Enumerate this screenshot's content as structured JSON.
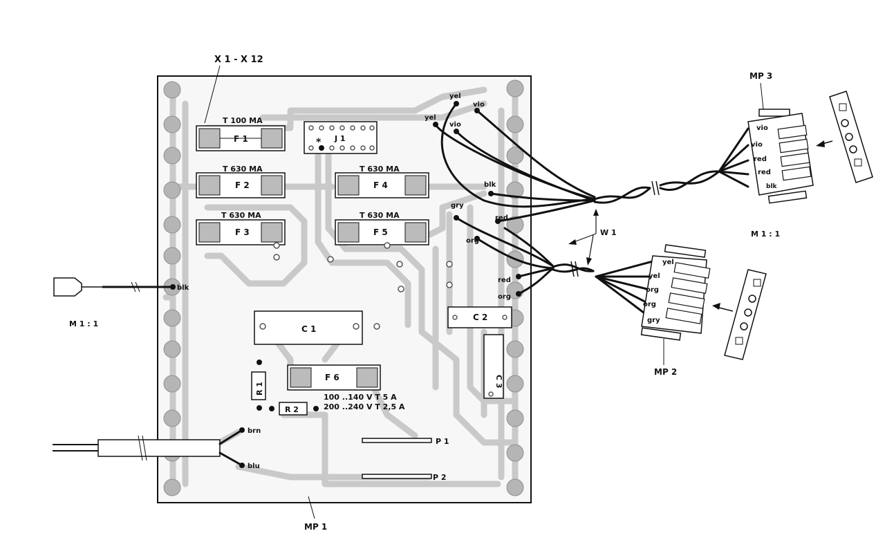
{
  "diagram": {
    "labels": {
      "x_range": "X 1 - X 12",
      "f1_rating": "T 100 MA",
      "f1": "F 1",
      "j1": "J 1",
      "f2_rating": "T 630 MA",
      "f2": "F 2",
      "f3_rating": "T 630 MA",
      "f3": "F 3",
      "f4_rating": "T 630 MA",
      "f4": "F 4",
      "f5_rating": "T 630 MA",
      "f5": "F 5",
      "c1": "C 1",
      "c2": "C 2",
      "c3": "C 3",
      "f6": "F 6",
      "r1": "R 1",
      "r2": "R 2",
      "f6_range1": "100 ..140 V T 5 A",
      "f6_range2": "200 ..240 V T 2,5 A",
      "p1": "P 1",
      "p2": "P 2",
      "mp1": "MP 1",
      "mp2": "MP 2",
      "mp3": "MP 3",
      "w1": "W 1",
      "scale_left": "M 1 : 1",
      "scale_right": "M 1 : 1",
      "brn": "brn",
      "blu": "blu",
      "blk_left": "blk",
      "yel_a": "yel",
      "vio_a": "vio",
      "yel_b": "yel",
      "vio_b": "vio",
      "blk_b": "blk",
      "gry_b": "gry",
      "red_b": "red",
      "org_b": "org",
      "red_c": "red",
      "org_c": "org",
      "mp3_vio1": "vio",
      "mp3_vio2": "vio",
      "mp3_red1": "red",
      "mp3_red2": "red",
      "mp3_blk": "blk",
      "mp2_yel1": "yel",
      "mp2_yel2": "yel",
      "mp2_org1": "org",
      "mp2_org2": "org",
      "mp2_gry": "gry",
      "star": "*"
    }
  }
}
